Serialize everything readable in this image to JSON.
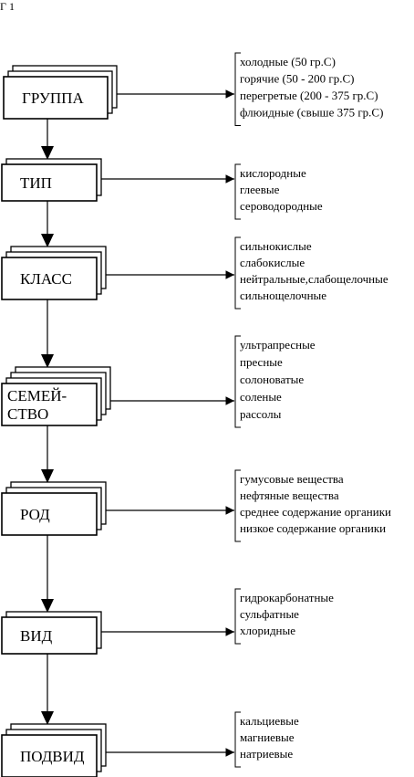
{
  "header_fragment": "Г                        1",
  "levels": [
    {
      "name": "ГРУППА",
      "categories": [
        "холодные (50 гр.С)",
        "горячие (50 - 200 гр.С)",
        "перегретые (200 - 375 гр.С)",
        "флюидные (свыше 375 гр.С)"
      ]
    },
    {
      "name": "ТИП",
      "categories": [
        "кислородные",
        "глеевые",
        "сероводородные"
      ]
    },
    {
      "name": "КЛАСС",
      "categories": [
        "сильнокислые",
        "слабокислые",
        "нейтральные,слабощелочные",
        "сильнощелочные"
      ]
    },
    {
      "name": "СЕМЕЙ-\nСТВО",
      "categories": [
        "ультрапресные",
        "пресные",
        "солоноватые",
        "соленые",
        "рассолы"
      ]
    },
    {
      "name": "РОД",
      "categories": [
        "гумусовые вещества",
        "нефтяные вещества",
        "среднее содержание органики",
        "низкое содержание органики"
      ]
    },
    {
      "name": "ВИД",
      "categories": [
        "гидрокарбонатные",
        "сульфатные",
        "хлоридные"
      ]
    },
    {
      "name": "ПОДВИД",
      "categories": [
        "кальциевые",
        "магниевые",
        "натриевые"
      ]
    }
  ]
}
